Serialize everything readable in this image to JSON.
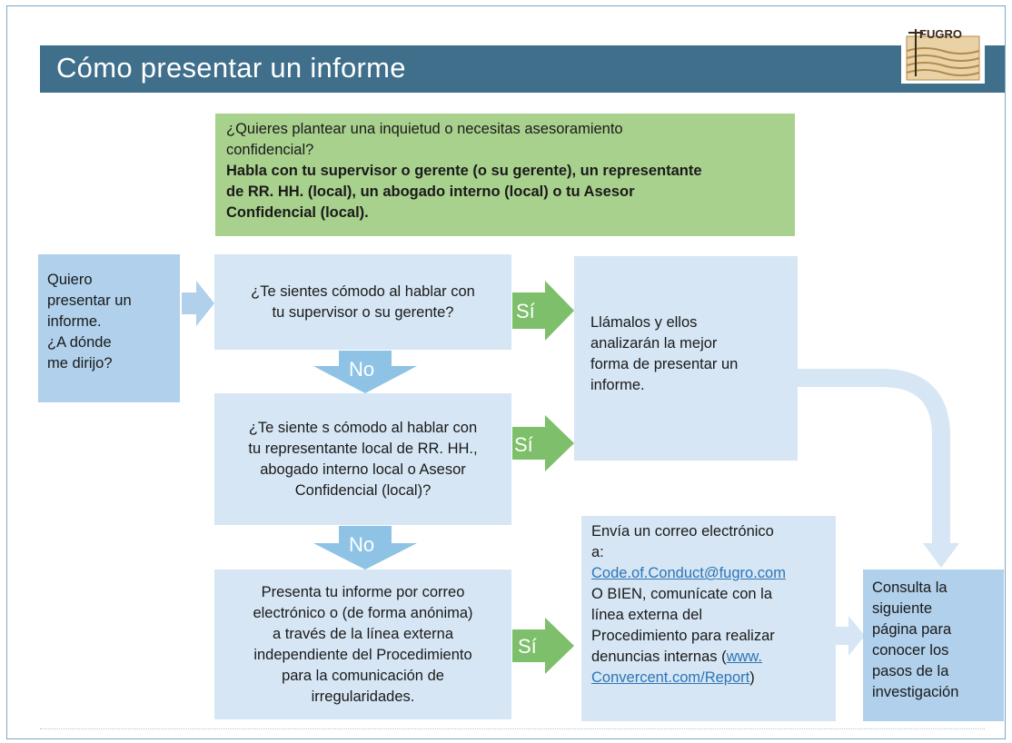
{
  "title": "Cómo presentar un informe",
  "logo": {
    "text": "FUGRO",
    "icon": "fugro-logo"
  },
  "green_box": {
    "line1": "¿Quieres plantear una inquietud o necesitas asesoramiento",
    "line2": "confidencial?",
    "bold_lines": [
      "Habla con tu supervisor o gerente (o su gerente), un representante",
      "de RR.  HH. (local),  un abogado interno (local) o tu Asesor",
      "Confidencial (local)."
    ]
  },
  "start_box": [
    "Quiero",
    "presentar un",
    "informe.",
    "¿A dónde",
    "me dirijo?"
  ],
  "question1": [
    "¿Te sientes cómodo al hablar con",
    "tu supervisor o su gerente?"
  ],
  "question2": [
    "¿Te siente s cómodo al hablar con",
    "tu representante local de RR. HH.,",
    "abogado interno local o Asesor",
    "Confidencial (local)?"
  ],
  "report_box": [
    "Presenta tu informe por correo",
    "electrónico o (de forma anónima)",
    "a través de la línea externa",
    "independiente del Procedimiento",
    "para la comunicación de",
    "irregularidades."
  ],
  "call_box": [
    "Llámalos y ellos",
    "analizarán la mejor",
    "forma de presentar un",
    "informe."
  ],
  "email_box": {
    "line1": "Envía un correo electrónico",
    "line2": "a:",
    "email": "Code.of.Conduct@fugro.com",
    "line3": "O BIEN, comunícate con la",
    "line4": "línea externa del",
    "line5": "Procedimiento para realizar",
    "line6_text": "denuncias internas (",
    "link1": "www.",
    "link2": "Convercent.com/Report",
    "closing": ")"
  },
  "consult_box": [
    "Consulta la",
    "siguiente",
    "página para",
    "conocer los",
    "pasos de la",
    "investigación"
  ],
  "arrows": {
    "yes": "Sí",
    "no": "No"
  },
  "colors": {
    "title_bar": "#3f6f8a",
    "green": "#a9d18e",
    "light_blue": "#d6e6f4",
    "blue": "#b0d0eb",
    "arrow_green": "#7dbf6a",
    "arrow_blue": "#8ec3e6",
    "link": "#2e75b6"
  }
}
